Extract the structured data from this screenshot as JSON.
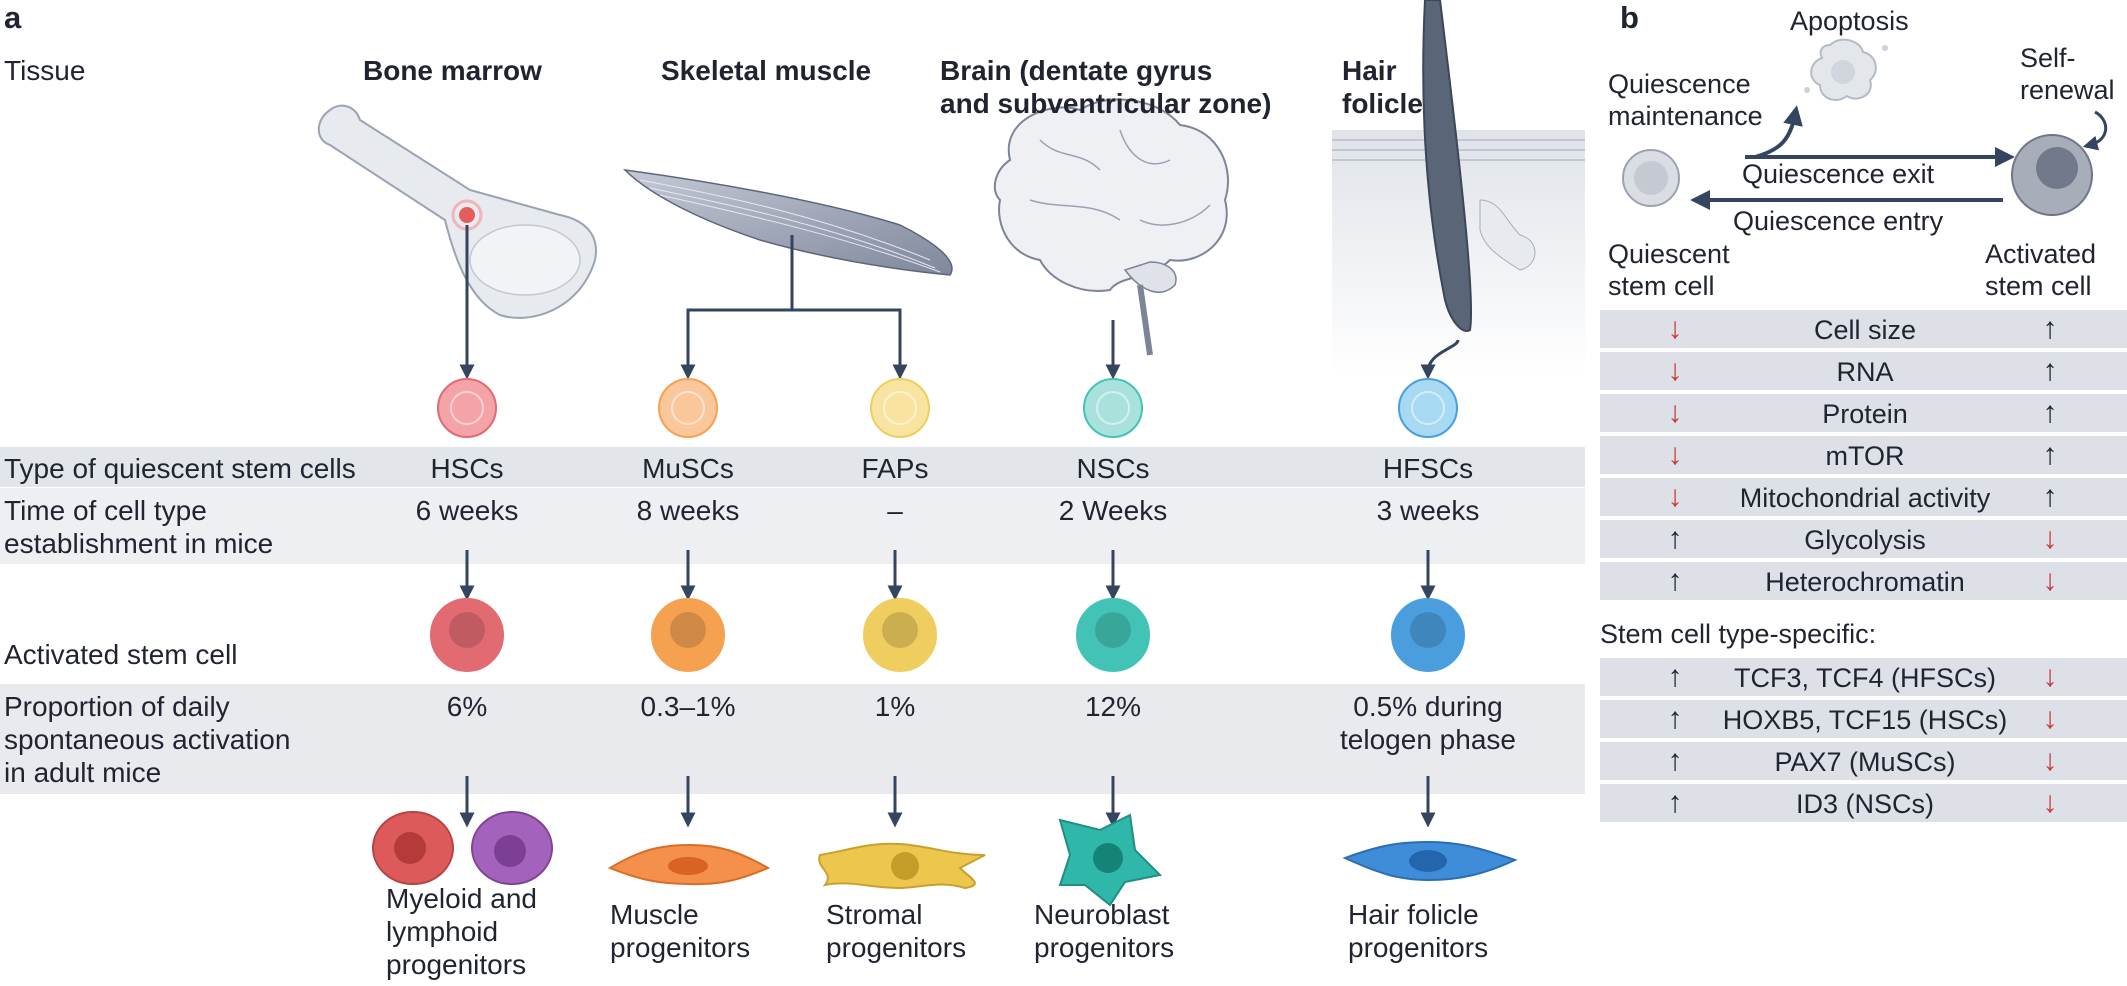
{
  "panel_a": {
    "letter": "a",
    "tissue_label": "Tissue",
    "tissues": [
      {
        "name": "Bone marrow"
      },
      {
        "name": "Skeletal muscle"
      },
      {
        "name_line1": "Brain (dentate gyrus",
        "name_line2": "and subventricular zone)"
      },
      {
        "name_line1": "Hair",
        "name_line2": "folicle"
      }
    ],
    "rows": {
      "type_label": "Type of quiescent stem cells",
      "time_label_line1": "Time of cell type",
      "time_label_line2": "establishment in mice",
      "activated_label": "Activated stem cell",
      "proportion_label_line1": "Proportion of daily",
      "proportion_label_line2": "spontaneous activation",
      "proportion_label_line3": "in adult mice"
    },
    "columns": [
      {
        "type": "HSCs",
        "time": "6 weeks",
        "proportion": "6%",
        "progenitor_line1": "Myeloid and",
        "progenitor_line2": "lymphoid",
        "progenitor_line3": "progenitors",
        "quiescent_color": "#f4a3a8",
        "activated_color": "#e26b72"
      },
      {
        "type": "MuSCs",
        "time": "8 weeks",
        "proportion": "0.3–1%",
        "progenitor_line1": "Muscle",
        "progenitor_line2": "progenitors",
        "quiescent_color": "#f9c79b",
        "activated_color": "#f5a150"
      },
      {
        "type": "FAPs",
        "time": "–",
        "proportion": "1%",
        "progenitor_line1": "Stromal",
        "progenitor_line2": "progenitors",
        "quiescent_color": "#f8e3a0",
        "activated_color": "#efcd5e"
      },
      {
        "type": "NSCs",
        "time": "2 Weeks",
        "proportion": "12%",
        "progenitor_line1": "Neuroblast",
        "progenitor_line2": "progenitors",
        "quiescent_color": "#a9e2dc",
        "activated_color": "#43c3b6"
      },
      {
        "type": "HFSCs",
        "time": "3 weeks",
        "proportion_line1": "0.5% during",
        "proportion_line2": "telogen phase",
        "progenitor_line1": "Hair folicle",
        "progenitor_line2": "progenitors",
        "quiescent_color": "#a8d9f3",
        "activated_color": "#4a9ede"
      }
    ]
  },
  "panel_b": {
    "letter": "b",
    "apoptosis": "Apoptosis",
    "quiescence_maintenance_line1": "Quiescence",
    "quiescence_maintenance_line2": "maintenance",
    "self_renewal_line1": "Self-",
    "self_renewal_line2": "renewal",
    "quiescence_exit": "Quiescence exit",
    "quiescence_entry": "Quiescence entry",
    "quiescent_stem_cell_line1": "Quiescent",
    "quiescent_stem_cell_line2": "stem cell",
    "activated_stem_cell_line1": "Activated",
    "activated_stem_cell_line2": "stem cell",
    "features": [
      {
        "label": "Cell size",
        "quiescent": "down",
        "activated": "up"
      },
      {
        "label": "RNA",
        "quiescent": "down",
        "activated": "up"
      },
      {
        "label": "Protein",
        "quiescent": "down",
        "activated": "up"
      },
      {
        "label": "mTOR",
        "quiescent": "down",
        "activated": "up"
      },
      {
        "label": "Mitochondrial activity",
        "quiescent": "down",
        "activated": "up"
      },
      {
        "label": "Glycolysis",
        "quiescent": "up",
        "activated": "down"
      },
      {
        "label": "Heterochromatin",
        "quiescent": "up",
        "activated": "down"
      }
    ],
    "specific_heading": "Stem cell type-specific:",
    "specific": [
      {
        "label": "TCF3, TCF4 (HFSCs)",
        "quiescent": "up",
        "activated": "down"
      },
      {
        "label": "HOXB5, TCF15 (HSCs)",
        "quiescent": "up",
        "activated": "down"
      },
      {
        "label": "PAX7 (MuSCs)",
        "quiescent": "up",
        "activated": "down"
      },
      {
        "label": "ID3 (NSCs)",
        "quiescent": "up",
        "activated": "down"
      }
    ],
    "up_symbol": "↑",
    "down_symbol": "↓"
  }
}
